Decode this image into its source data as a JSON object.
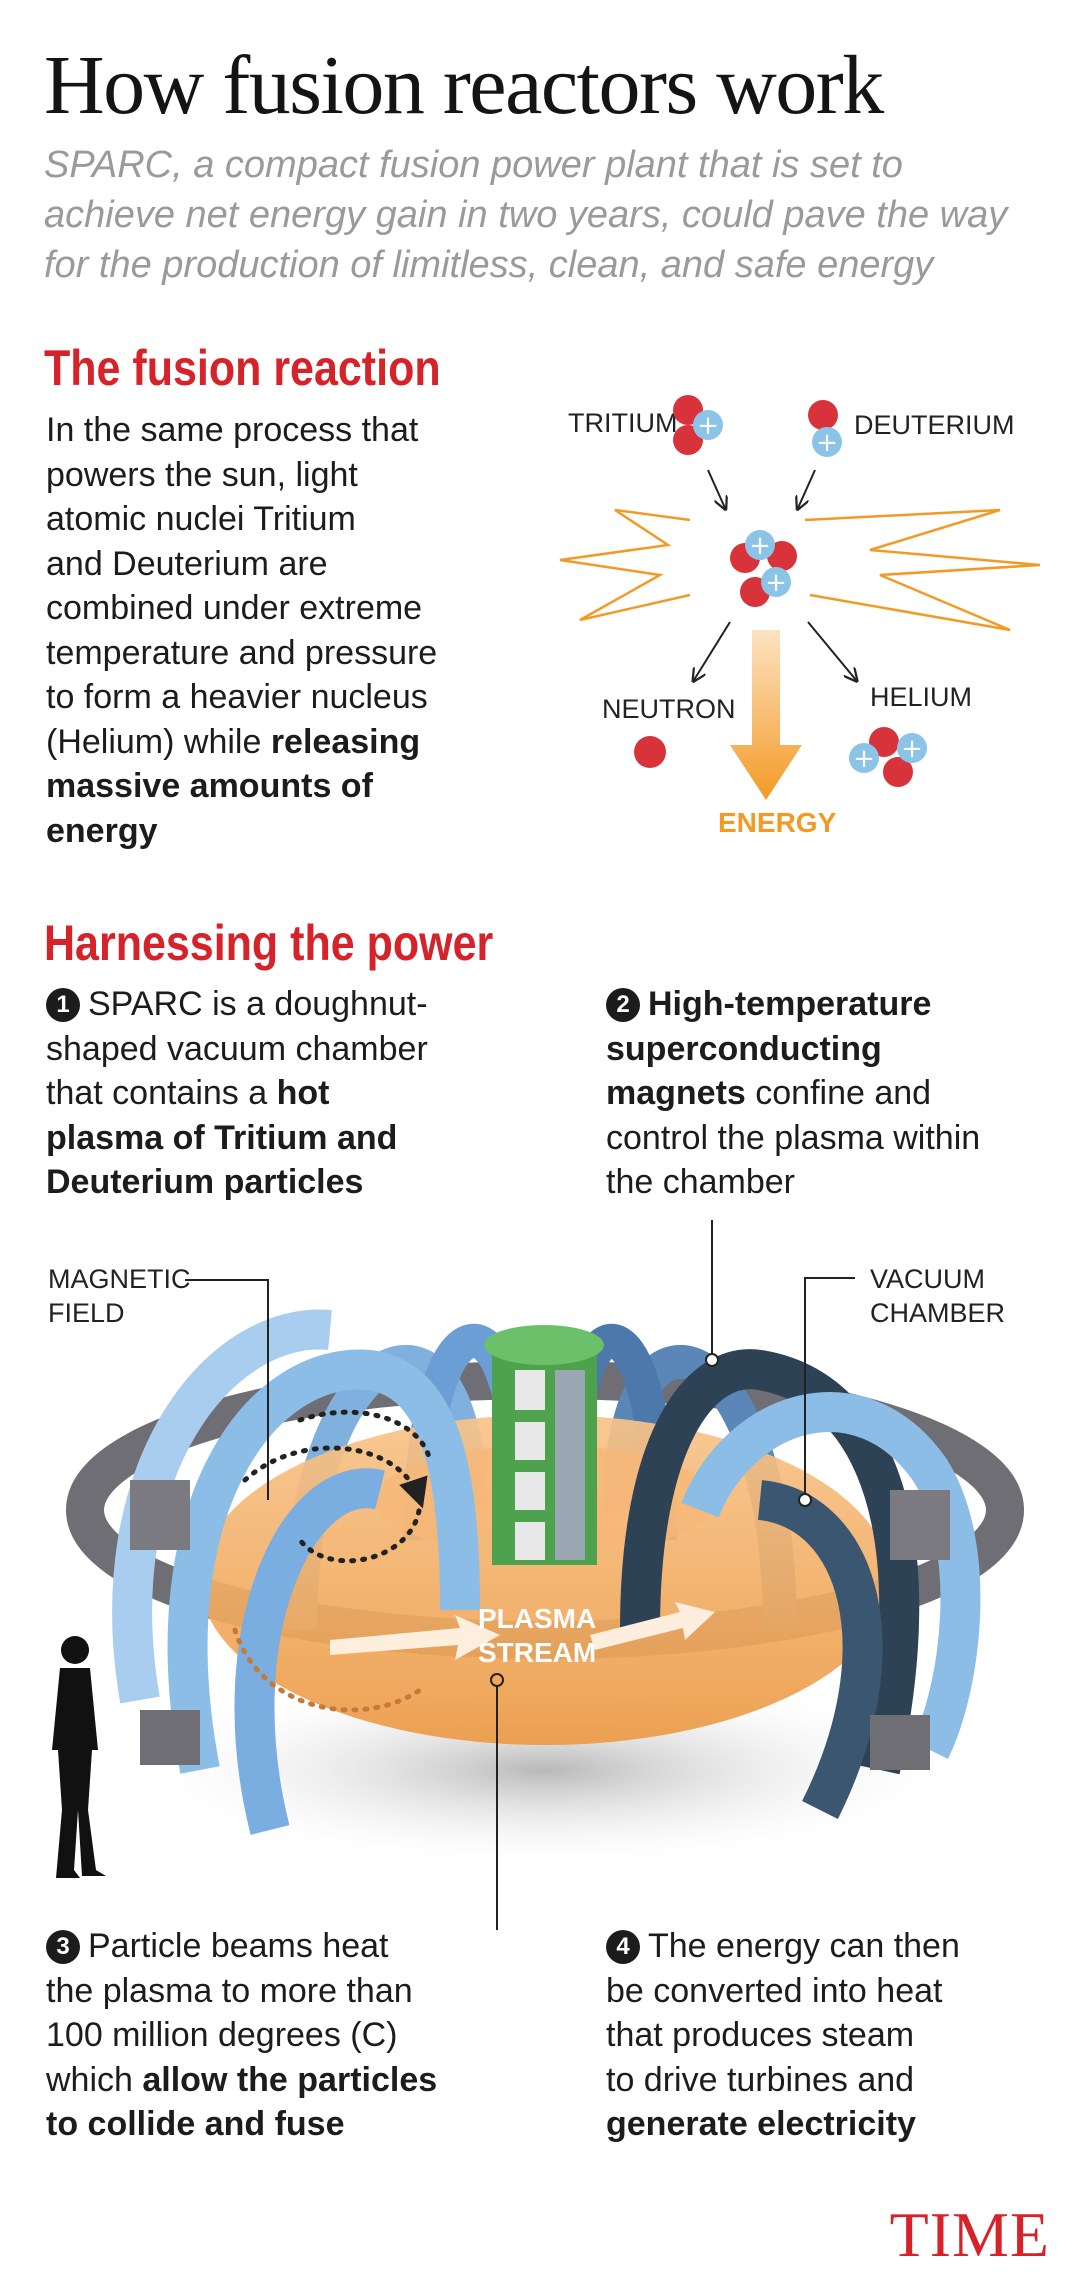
{
  "header": {
    "title": "How fusion reactors work",
    "subtitle_lines": [
      "SPARC, a compact fusion power plant that is set to",
      "achieve net energy gain in two years, could pave the way",
      "for the production of limitless, clean, and safe energy"
    ]
  },
  "fusion": {
    "heading": "The fusion reaction",
    "text_lines": [
      "In the same process that",
      "powers the sun, light",
      "atomic nuclei Tritium",
      "and Deuterium are",
      "combined under extreme",
      "temperature and pressure",
      "to form a heavier nucleus"
    ],
    "text_line8_plain": "(Helium) while ",
    "text_line8_bold": "releasing",
    "text_bold_lines": [
      "massive amounts of",
      "energy"
    ],
    "diagram": {
      "tritium": "TRITIUM",
      "deuterium": "DEUTERIUM",
      "neutron": "NEUTRON",
      "helium": "HELIUM",
      "energy": "ENERGY"
    }
  },
  "power": {
    "heading": "Harnessing the power",
    "step1": {
      "number": "1",
      "line1": "SPARC is a doughnut-",
      "line2": "shaped vacuum chamber",
      "line3_plain": "that contains a ",
      "line3_bold": "hot",
      "line4_bold": "plasma of Tritium and",
      "line5_bold": "Deuterium particles"
    },
    "step2": {
      "number": "2",
      "line1_bold": "High-temperature",
      "line2_bold": "superconducting",
      "line3_bold": "magnets",
      "line3_plain": " confine and",
      "line4": "control the plasma within",
      "line5": "the chamber"
    },
    "labels": {
      "magnetic_1": "MAGNETIC",
      "magnetic_2": "FIELD",
      "vacuum_1": "VACUUM",
      "vacuum_2": "CHAMBER",
      "plasma_1": "PLASMA",
      "plasma_2": "STREAM"
    },
    "step3": {
      "number": "3",
      "line1": "Particle beams heat",
      "line2": "the plasma to more than",
      "line3": "100 million degrees (C)",
      "line4_plain": "which ",
      "line4_bold": "allow the particles",
      "line5_bold": "to collide and fuse"
    },
    "step4": {
      "number": "4",
      "line1": "The energy can then",
      "line2": "be converted into heat",
      "line3": "that produces steam",
      "line4": "to drive turbines and",
      "line5_bold": "generate electricity"
    }
  },
  "footer": {
    "logo": "TIME"
  },
  "colors": {
    "accent_red": "#d6232a",
    "energy_orange": "#f39a26",
    "proton_blue": "#8cc4e8",
    "neutron_red": "#d8323a",
    "coil_blue": "#8cbde6",
    "coil_dark": "#2e4256",
    "plasma_orange": "#f2a75a",
    "central_green": "#4ea24e"
  },
  "icons": [
    "proton-icon",
    "neutron-icon",
    "person-silhouette-icon"
  ]
}
